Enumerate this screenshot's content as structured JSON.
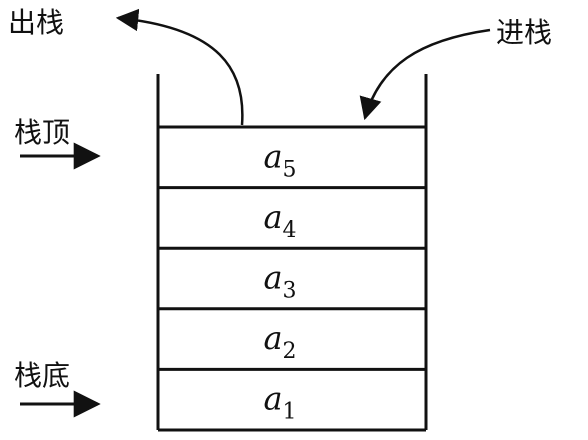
{
  "labels": {
    "pop": "出栈",
    "push": "进栈",
    "top": "栈顶",
    "bottom": "栈底"
  },
  "stack": {
    "cells_top_to_bottom": [
      {
        "base": "a",
        "sub": "5"
      },
      {
        "base": "a",
        "sub": "4"
      },
      {
        "base": "a",
        "sub": "3"
      },
      {
        "base": "a",
        "sub": "2"
      },
      {
        "base": "a",
        "sub": "1"
      }
    ]
  }
}
